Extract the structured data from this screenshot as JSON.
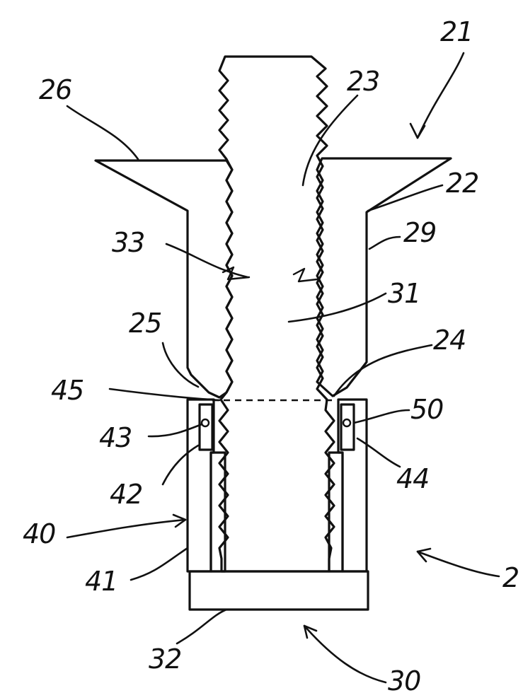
{
  "labels": {
    "l21": "21",
    "l26": "26",
    "l23": "23",
    "l22": "22",
    "l29": "29",
    "l33": "33",
    "l31": "31",
    "l25": "25",
    "l24": "24",
    "l45": "45",
    "l50": "50",
    "l43": "43",
    "l42": "42",
    "l44": "44",
    "l40": "40",
    "l41": "41",
    "l2": "2",
    "l32": "32",
    "l30": "30"
  }
}
